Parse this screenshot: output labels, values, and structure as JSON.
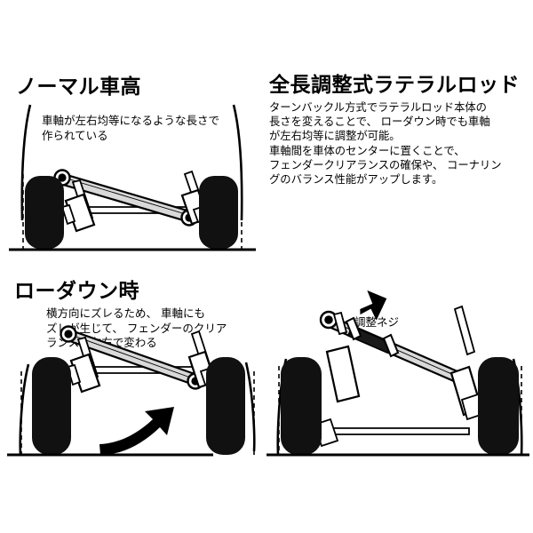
{
  "document": {
    "type": "technical-illustration",
    "subject": "adjustable-lateral-rod-suspension-comparison",
    "background_color": "#ffffff",
    "ink_color": "#000000",
    "part_fill_color": "#d9d9d9",
    "tire_color": "#111111"
  },
  "panels": {
    "top_left": {
      "heading": "ノーマル車高",
      "caption": "車軸が左右均等になるような長さで\n作られている",
      "diagram_name": "normal-ride-height-suspension-diagram"
    },
    "top_right": {
      "heading": "全長調整式ラテラルロッド",
      "caption": "ターンバックル方式でラテラルロッド本体の\n長さを変えることで、 ローダウン時でも車軸\nが左右均等に調整が可能。\n車軸間を車体のセンターに置くことで、\nフェンダークリアランスの確保や、 コーナリン\nグのバランス性能がアップします。"
    },
    "bottom_left": {
      "heading": "ローダウン時",
      "caption": "横方向にズレるため、 車軸にも\nズレが生じて、 フェンダーのクリア\nランスが左右で変わる",
      "diagram_name": "lowered-suspension-offset-diagram",
      "arrow_name": "shift-direction-arrow"
    },
    "bottom_right": {
      "callout": "調整ネジ",
      "diagram_name": "adjustable-rod-suspension-diagram",
      "arrow_name": "adjuster-pointer-arrow"
    }
  },
  "diagram_parts": {
    "tire": "tire",
    "lateral_rod": "lateral-rod",
    "rod_joint": "rod-ball-joint",
    "shock_absorber": "shock-absorber",
    "axle_beam": "axle-beam",
    "turnbuckle": "turnbuckle-adjuster",
    "fender_arc": "fender-arc",
    "reference_line": "fender-reference-dashed-line",
    "ground_line": "ground-line"
  }
}
